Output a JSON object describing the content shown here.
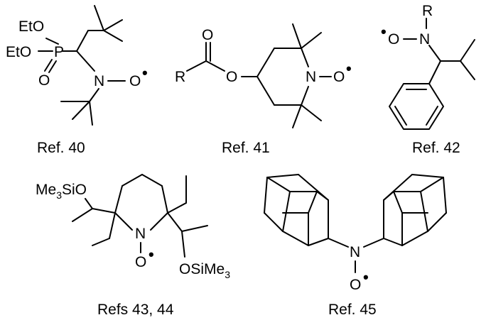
{
  "captions": {
    "ref40": "Ref. 40",
    "ref41": "Ref. 41",
    "ref42": "Ref. 42",
    "refs4344": "Refs 43, 44",
    "ref45": "Ref. 45"
  },
  "atoms": {
    "eto1": "EtO",
    "eto2": "EtO",
    "p": "P",
    "o_phos": "O",
    "n1": "N",
    "o_nitroxide1": "O",
    "o_carbonyl": "O",
    "r_ester": "R",
    "o_ester": "O",
    "n2": "N",
    "o_nitroxide2": "O",
    "r_3": "R",
    "o_nitroxide3": "O",
    "n3": "N",
    "me3si_main": "Me",
    "me3si_sub": "3",
    "me3si_tail": "SiO",
    "n4": "N",
    "o_nitroxide4": "O",
    "osime3_main": "OSiMe",
    "osime3_sub": "3",
    "n5": "N",
    "o_nitroxide5": "O"
  },
  "symbols": {
    "radical": "•",
    "dash": "–"
  },
  "colors": {
    "ink": "#000000",
    "background": "#ffffff"
  }
}
